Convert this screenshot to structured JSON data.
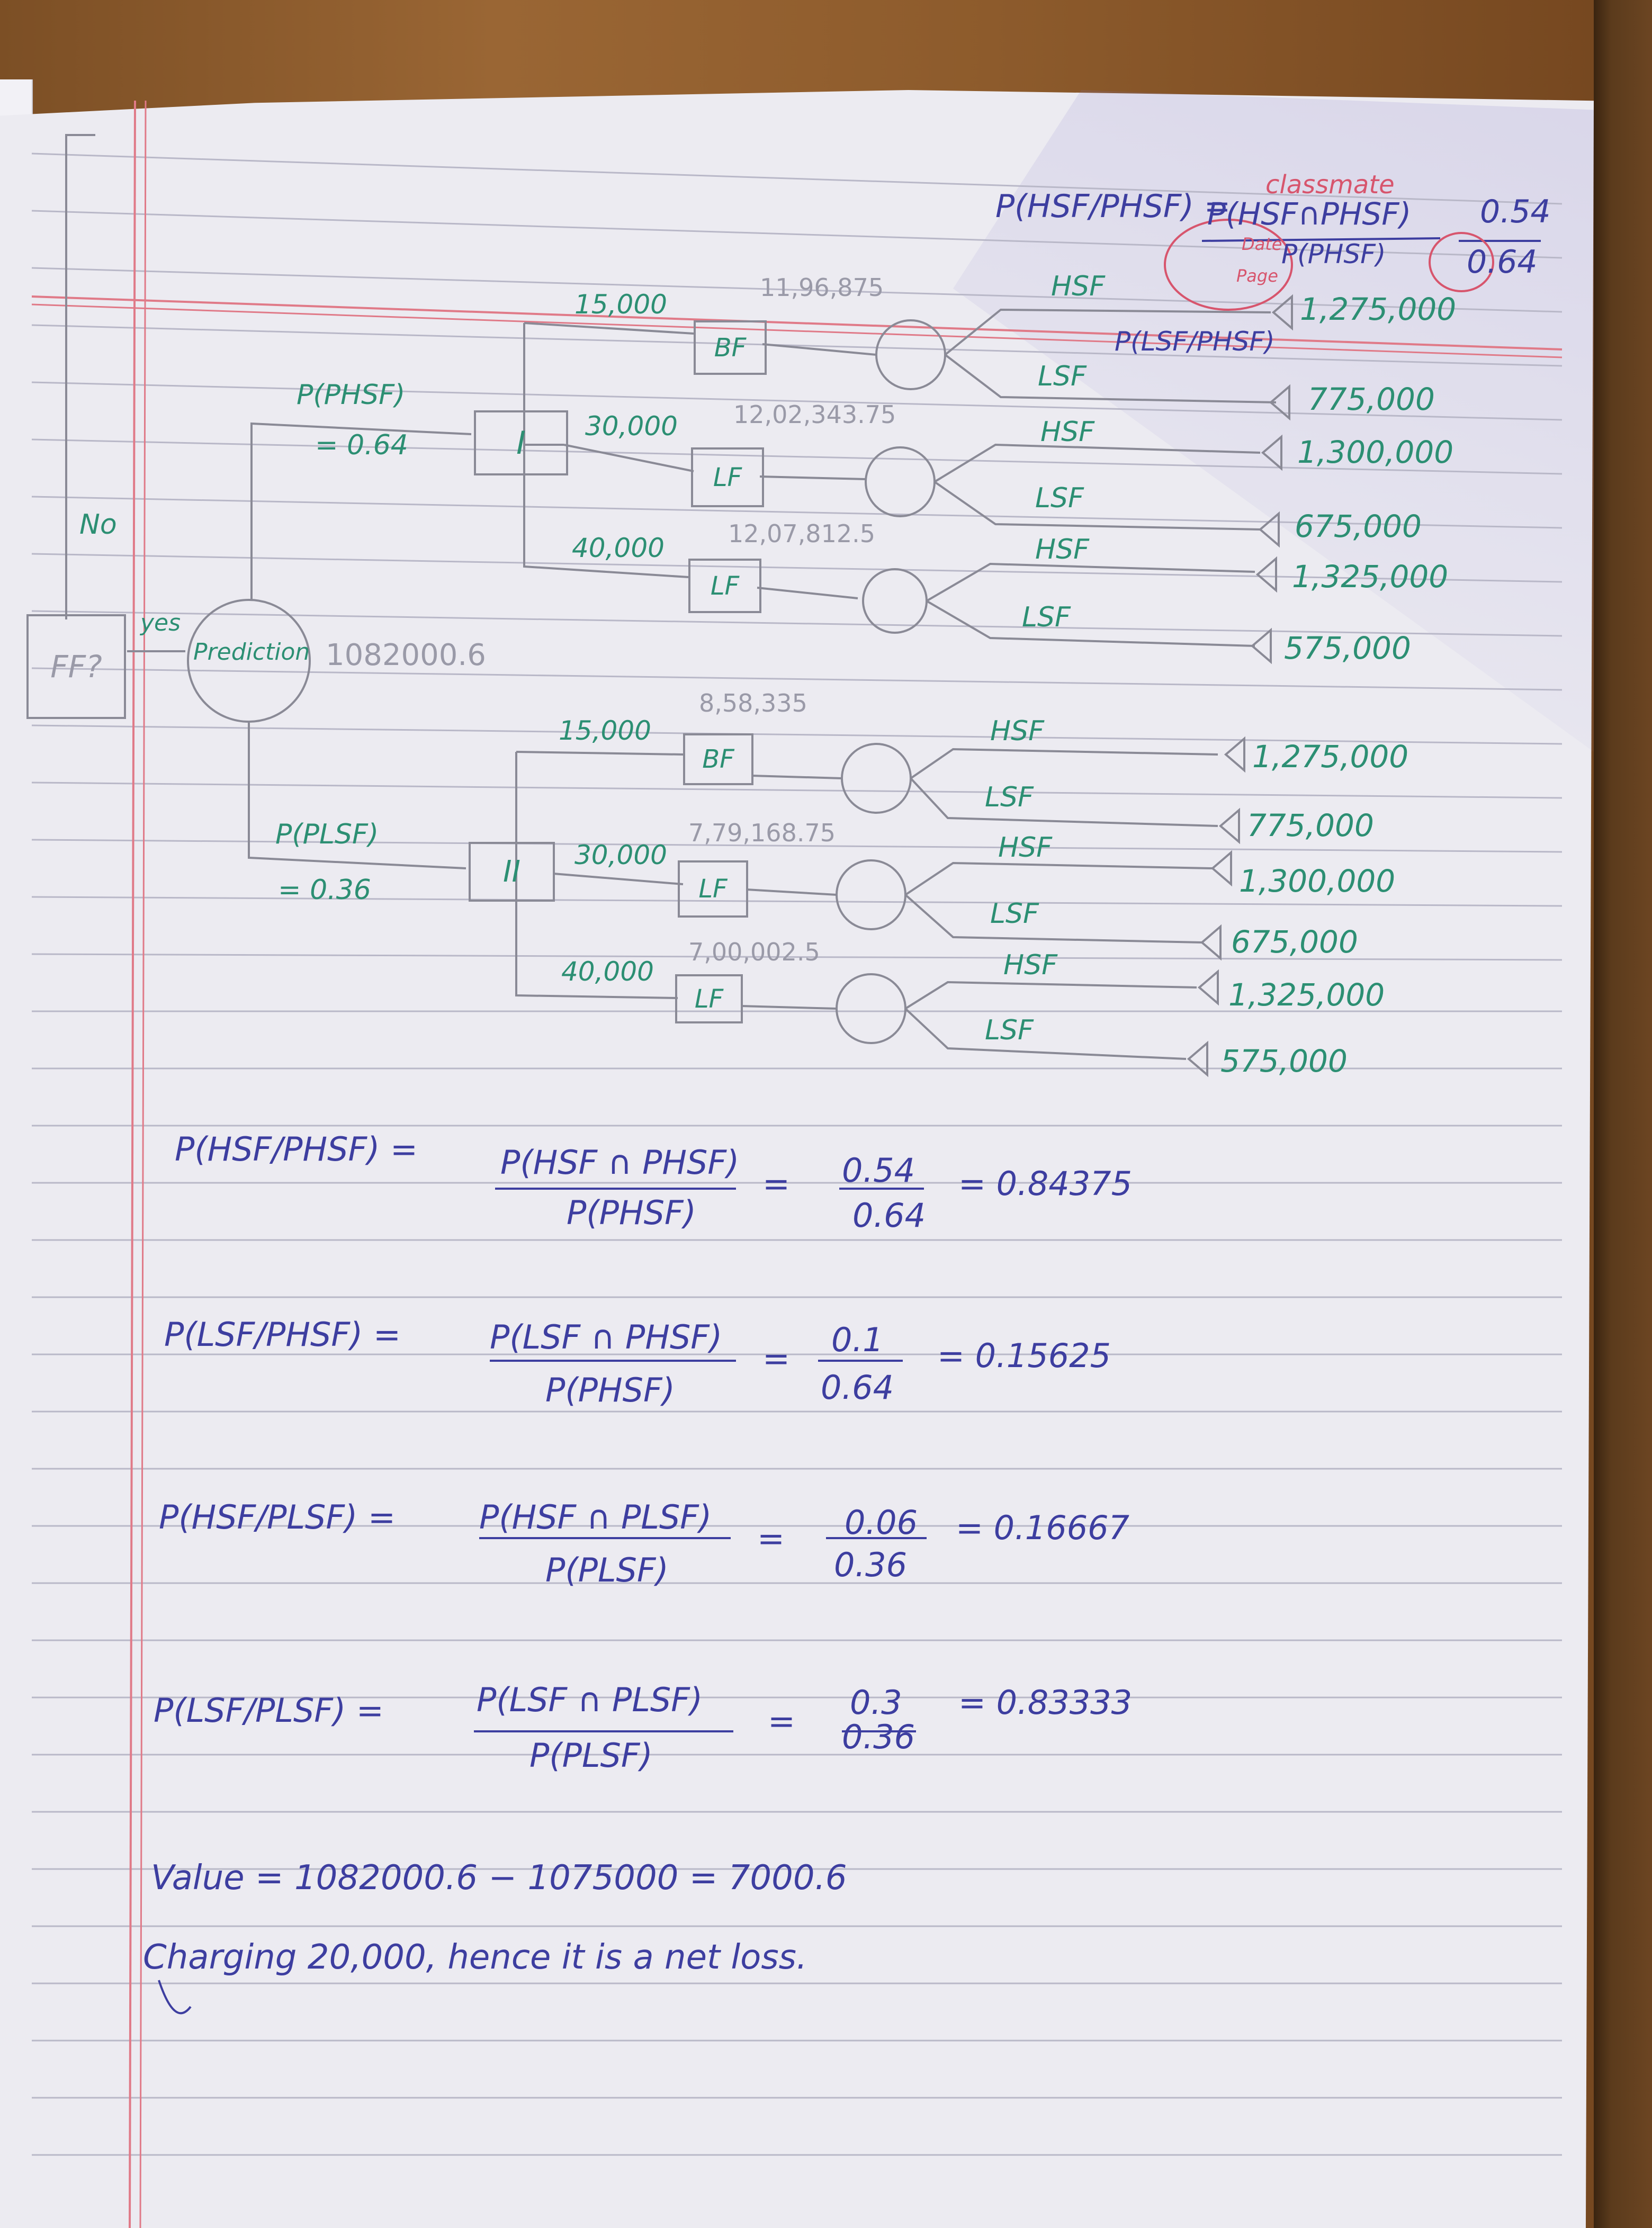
{
  "tree": {
    "root_box": "FF?",
    "no_label": "No",
    "yes_label": "yes",
    "prediction_label": "Prediction",
    "prediction_value": "1082000.6",
    "upper": {
      "prob_label": "P(PHSF)",
      "prob_value": "= 0.64",
      "decision_box": "I",
      "options": [
        {
          "cost": "15,000",
          "box": "BF",
          "ev": "11,96,875"
        },
        {
          "cost": "30,000",
          "box": "LF",
          "ev": "12,02,343.75"
        },
        {
          "cost": "40,000",
          "box": "LF",
          "ev": "12,07,812.5"
        }
      ]
    },
    "lower": {
      "prob_label": "P(PLSF)",
      "prob_value": "= 0.36",
      "decision_box": "II",
      "options": [
        {
          "cost": "15,000",
          "box": "BF",
          "ev": "8,58,335"
        },
        {
          "cost": "30,000",
          "box": "LF",
          "ev": "7,79,168.75"
        },
        {
          "cost": "40,000",
          "box": "LF",
          "ev": "7,00,002.5"
        }
      ]
    },
    "outcomes": [
      {
        "label": "HSF",
        "payoff": "1,275,000"
      },
      {
        "label": "LSF",
        "payoff": "775,000"
      },
      {
        "label": "HSF",
        "payoff": "1,300,000"
      },
      {
        "label": "LSF",
        "payoff": "675,000"
      },
      {
        "label": "HSF",
        "payoff": "1,325,000"
      },
      {
        "label": "LSF",
        "payoff": "575,000"
      },
      {
        "label": "HSF",
        "payoff": "1,275,000"
      },
      {
        "label": "LSF",
        "payoff": "775,000"
      },
      {
        "label": "HSF",
        "payoff": "1,300,000"
      },
      {
        "label": "LSF",
        "payoff": "675,000"
      },
      {
        "label": "HSF",
        "payoff": "1,325,000"
      },
      {
        "label": "LSF",
        "payoff": "575,000"
      }
    ],
    "annotation_lsf": "P(LSF/PHSF)"
  },
  "corner_note": {
    "lhs": "P(HSF/PHSF) =",
    "numerator": "P(HSF∩PHSF)",
    "denominator": "P(PHSF)",
    "result_num": "0.54",
    "result_den": "0.64",
    "brand": "classmate",
    "date_label": "Date",
    "page_label": "Page"
  },
  "equations": [
    {
      "lhs": "P(HSF/PHSF) =",
      "num": "P(HSF ∩ PHSF)",
      "den": "P(PHSF)",
      "fnum": "0.54",
      "fden": "0.64",
      "result": "= 0.84375"
    },
    {
      "lhs": "P(LSF/PHSF) =",
      "num": "P(LSF ∩ PHSF)",
      "den": "P(PHSF)",
      "fnum": "0.1",
      "fden": "0.64",
      "result": "= 0.15625"
    },
    {
      "lhs": "P(HSF/PLSF) =",
      "num": "P(HSF ∩ PLSF)",
      "den": "P(PLSF)",
      "fnum": "0.06",
      "fden": "0.36",
      "result": "= 0.16667"
    },
    {
      "lhs": "P(LSF/PLSF) =",
      "num": "P(LSF ∩ PLSF)",
      "den": "P(PLSF)",
      "fnum": "0.3",
      "fden": "0.36",
      "result": "= 0.83333"
    }
  ],
  "conclusion": {
    "line1": "Value = 1082000.6 − 1075000 = 7000.6",
    "line2": "Charging 20,000, hence it is a net loss."
  },
  "colors": {
    "ink_green": "#2c8f73",
    "ink_blue": "#3d3ea0",
    "pencil": "#8a8a96",
    "margin_red": "#e07a88",
    "paper": "#ecebf1"
  }
}
